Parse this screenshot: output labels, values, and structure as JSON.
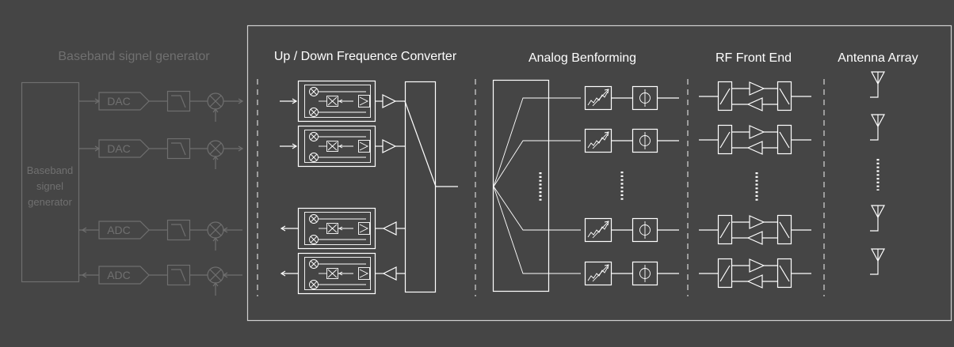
{
  "sections": {
    "baseband_title": "Baseband signel generator",
    "baseband_block": [
      "Baseband",
      "signel",
      "generator"
    ],
    "updown_title": "Up / Down Frequence Converter",
    "beamforming_title": "Analog Benforming",
    "rffe_title": "RF Front End",
    "antenna_title": "Antenna Array"
  },
  "converters": [
    "DAC",
    "DAC",
    "ADC",
    "ADC"
  ]
}
